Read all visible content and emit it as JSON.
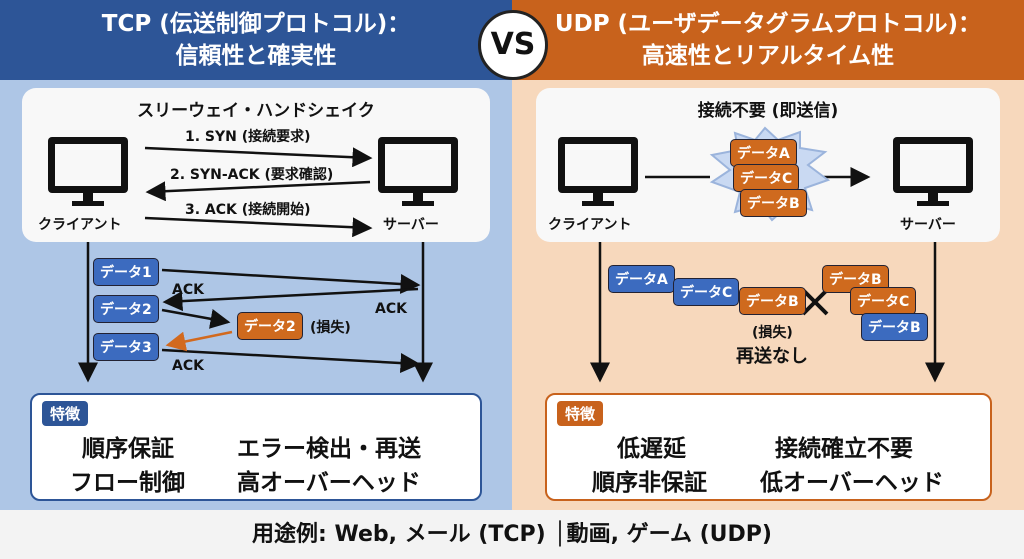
{
  "tcp": {
    "title1": "TCP (伝送制御プロトコル)：",
    "title2": "信頼性と確実性",
    "handshake_title": "スリーウェイ・ハンドシェイク",
    "steps": [
      "1. SYN (接続要求)",
      "2. SYN-ACK (要求確認)",
      "3. ACK (接続開始)"
    ],
    "client": "クライアント",
    "server": "サーバー",
    "data": [
      "データ1",
      "データ2",
      "データ3"
    ],
    "lost_packet": "データ2",
    "lost_label": "(損失)",
    "ack": "ACK",
    "features_tag": "特徴",
    "features": [
      "順序保証",
      "エラー検出・再送",
      "フロー制御",
      "高オーバーヘッド"
    ]
  },
  "vs": "VS",
  "udp": {
    "title1": "UDP (ユーザデータグラムプロトコル)：",
    "title2": "高速性とリアルタイム性",
    "connection_title": "接続不要 (即送信)",
    "client": "クライアント",
    "server": "サーバー",
    "burst": [
      "データA",
      "データC",
      "データB"
    ],
    "sent": [
      "データA",
      "データC",
      "データB"
    ],
    "received": [
      "データB",
      "データC",
      "データB"
    ],
    "lost_label": "(損失)",
    "no_resend": "再送なし",
    "features_tag": "特徴",
    "features": [
      "低遅延",
      "接続確立不要",
      "順序非保証",
      "低オーバーヘッド"
    ]
  },
  "footer": "用途例: Web, メール (TCP) │動画, ゲーム (UDP)",
  "colors": {
    "tcp": "#2d5597",
    "udp": "#c8621c",
    "tcp_bg": "#aec6e6",
    "udp_bg": "#f7d8bc"
  }
}
